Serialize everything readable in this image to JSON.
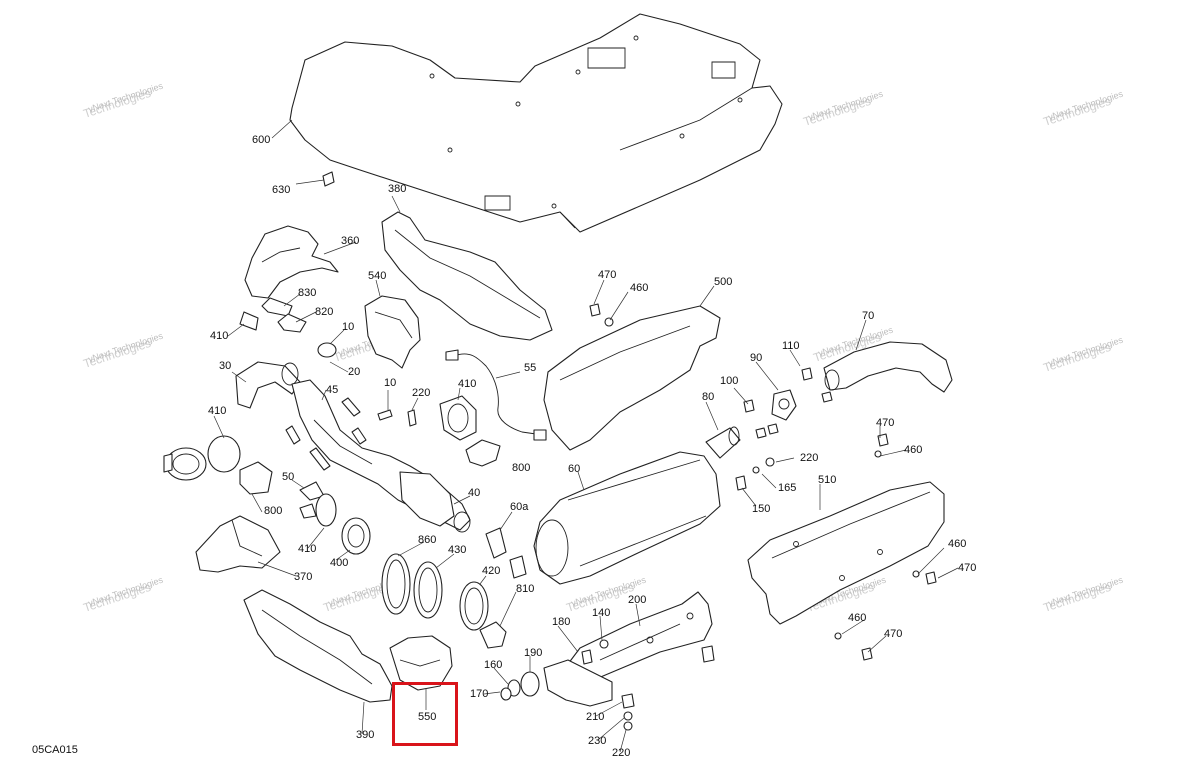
{
  "diagram": {
    "reference_code": "05CA015",
    "watermark_line1": "vNext Technologies",
    "watermark_line2": "Technologies",
    "highlight_color": "#d9141a",
    "highlighted_callout": "550",
    "callouts": [
      "600",
      "630",
      "380",
      "360",
      "830",
      "820",
      "410",
      "10",
      "540",
      "20",
      "30",
      "45",
      "10",
      "220",
      "410",
      "55",
      "470",
      "460",
      "500",
      "70",
      "110",
      "90",
      "100",
      "80",
      "410",
      "800",
      "50",
      "800",
      "40",
      "60",
      "220",
      "165",
      "150",
      "470",
      "460",
      "510",
      "410",
      "400",
      "60a",
      "860",
      "430",
      "420",
      "370",
      "810",
      "140",
      "200",
      "180",
      "190",
      "160",
      "170",
      "210",
      "230",
      "220",
      "550",
      "390",
      "460",
      "470",
      "460",
      "470"
    ]
  }
}
